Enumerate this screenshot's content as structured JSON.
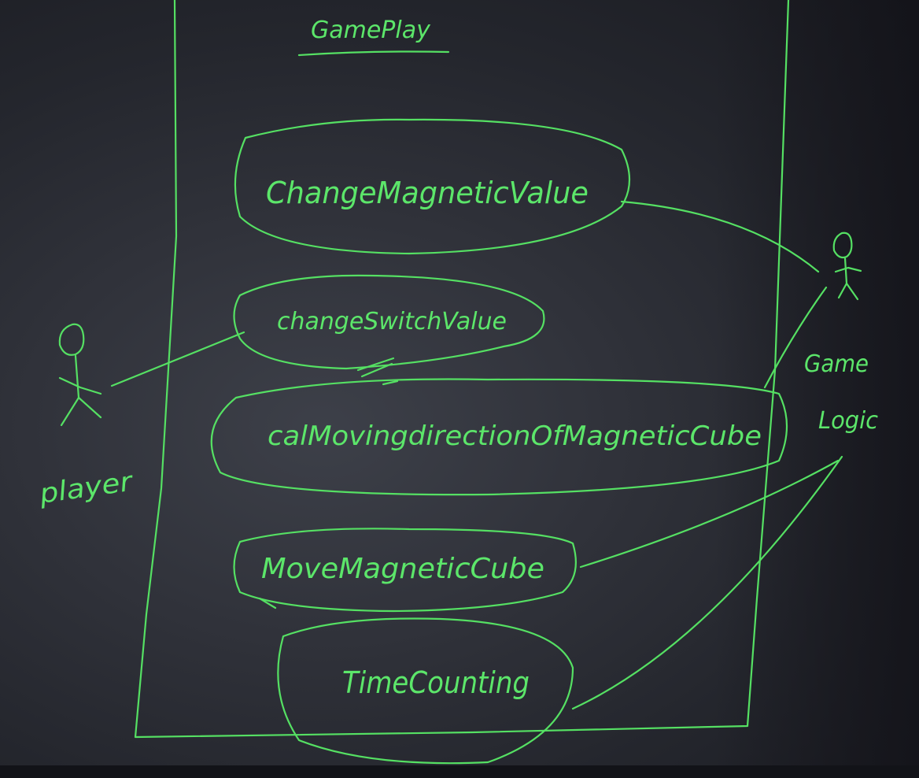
{
  "diagram": {
    "title": "GamePlay",
    "use_cases": [
      "ChangeMagneticValue",
      "changeSwitchValue",
      "calMovingdirectionOfMagneticCube",
      "MoveMagneticCube",
      "TimeCounting"
    ],
    "actors": {
      "player": "player",
      "game_logic_line1": "Game",
      "game_logic_line2": "Logic"
    },
    "ink_color": "#55e063",
    "board_color": "#30323a"
  }
}
